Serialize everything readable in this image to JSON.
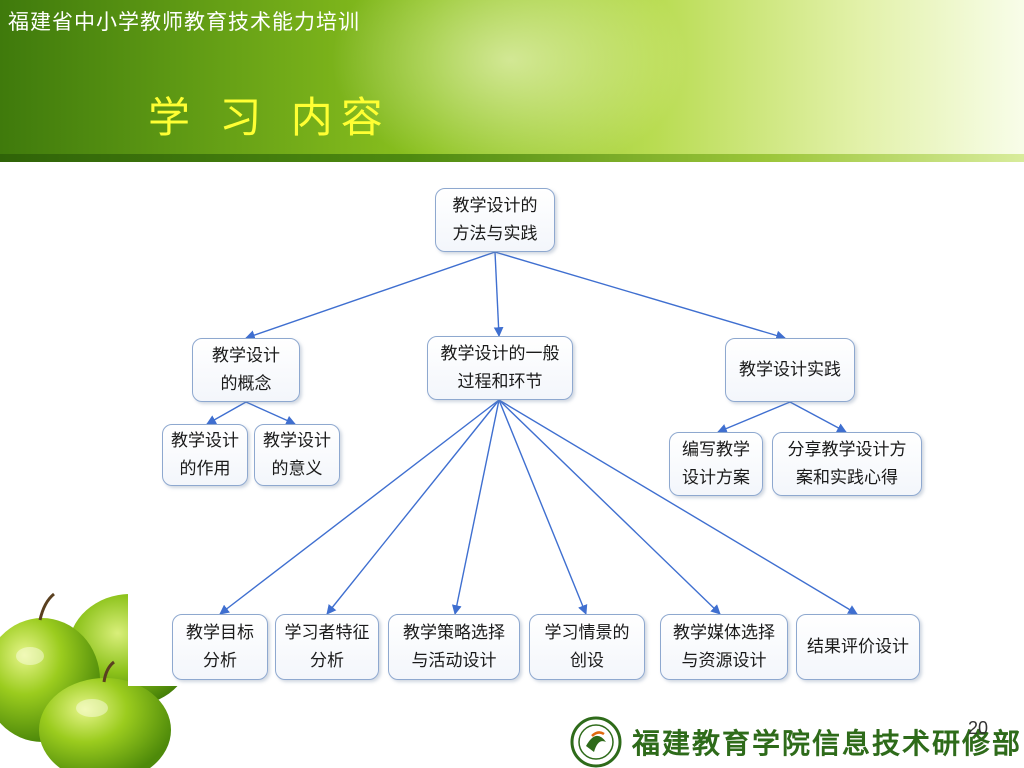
{
  "header": {
    "training_title": "福建省中小学教师教育技术能力培训",
    "page_title": "学 习 内容"
  },
  "diagram": {
    "root": "教学设计的\n方法与实践",
    "concept": "教学设计\n的概念",
    "process": "教学设计的一般\n过程和环节",
    "practice": "教学设计实践",
    "concept_role": "教学设计\n的作用",
    "concept_meaning": "教学设计\n的意义",
    "practice_write": "编写教学\n设计方案",
    "practice_share": "分享教学设计方\n案和实践心得",
    "step_goal": "教学目标\n分析",
    "step_learner": "学习者特征\n分析",
    "step_strategy": "教学策略选择\n与活动设计",
    "step_context": "学习情景的\n创设",
    "step_media": "教学媒体选择\n与资源设计",
    "step_evaluation": "结果评价设计"
  },
  "footer": {
    "org_name": "福建教育学院信息技术研修部",
    "page_number": "20"
  },
  "colors": {
    "title_yellow": "#ffff33",
    "header_green": "#5f9a14",
    "node_border": "#8ea8cf",
    "edge_blue": "#3f6fd0",
    "brand_green": "#2e6b1a"
  }
}
